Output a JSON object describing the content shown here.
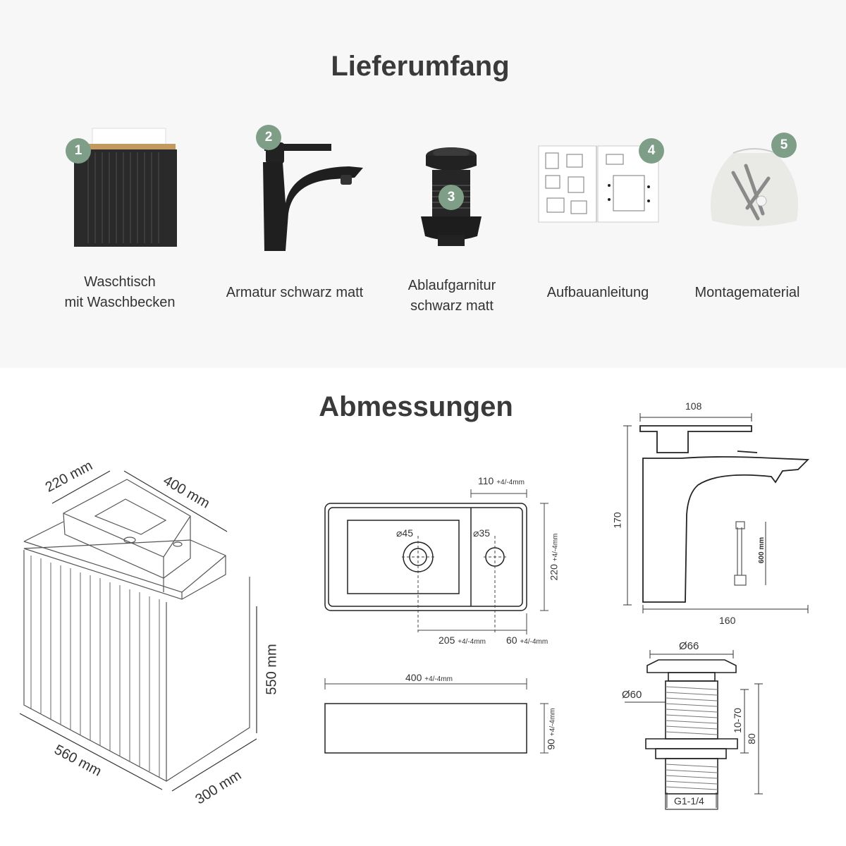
{
  "delivery": {
    "title": "Lieferumfang",
    "items": [
      {
        "badge": "1",
        "line1": "Waschtisch",
        "line2": "mit Waschbecken"
      },
      {
        "badge": "2",
        "line1": "Armatur schwarz matt",
        "line2": ""
      },
      {
        "badge": "3",
        "line1": "Ablaufgarnitur",
        "line2": "schwarz matt"
      },
      {
        "badge": "4",
        "line1": "Aufbauanleitung",
        "line2": ""
      },
      {
        "badge": "5",
        "line1": "Montagematerial",
        "line2": ""
      }
    ],
    "icons": [
      "vanity-cabinet-icon",
      "faucet-icon",
      "drain-plug-icon",
      "instruction-manual-icon",
      "mounting-kit-bag-icon"
    ]
  },
  "dimensions": {
    "title": "Abmessungen",
    "cabinet": {
      "basin_depth": "220 mm",
      "basin_width": "400 mm",
      "height": "550 mm",
      "width": "560 mm",
      "depth": "300 mm"
    },
    "basin_top": {
      "tap_offset": "110",
      "tap_offset_tol": "+4/-4mm",
      "drain_dia": "⌀45",
      "tap_dia": "⌀35",
      "depth": "220",
      "depth_tol": "+4/-4mm",
      "drain_pos": "205",
      "drain_pos_tol": "+4/-4mm",
      "tap_edge": "60",
      "tap_edge_tol": "+4/-4mm"
    },
    "basin_side": {
      "width": "400",
      "width_tol": "+4/-4mm",
      "height": "90",
      "height_tol": "+4/-4mm"
    },
    "faucet": {
      "spout": "108",
      "height": "170",
      "length": "160",
      "hose": "600 mm"
    },
    "drain": {
      "top_dia": "Ø66",
      "body_dia": "Ø60",
      "range": "10-70",
      "height": "80",
      "thread": "G1-1/4"
    }
  },
  "colors": {
    "badge": "#7f9e88",
    "top_bg": "#f7f7f7",
    "cabinet": "#2a2a2a",
    "wood": "#c29a5f"
  }
}
